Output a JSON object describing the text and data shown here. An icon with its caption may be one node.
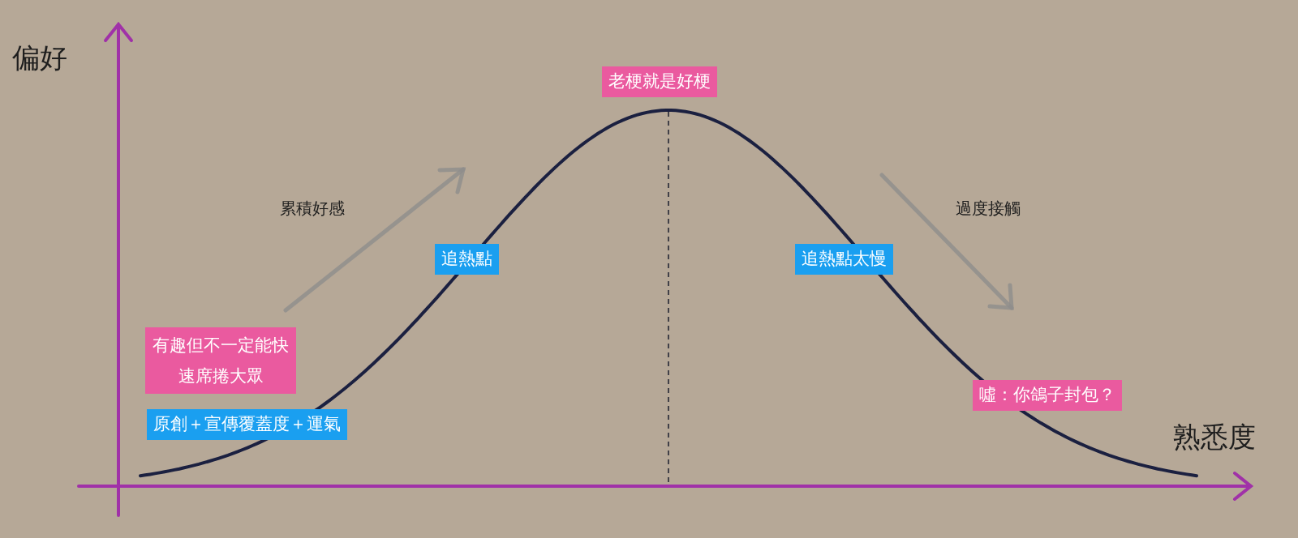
{
  "diagram": {
    "nodes": [
      {
        "text": [
          "老梗就是好梗"
        ]
      },
      {
        "text": [
          "追熱點"
        ]
      },
      {
        "text": [
          "追熱點太慢"
        ]
      },
      {
        "text": [
          "有趣但不一定能快速席捲大眾"
        ]
      },
      {
        "text": [
          "原創＋宣傳覆蓋度＋運氣"
        ]
      },
      {
        "text": [
          "噓：你鴿子封包？"
        ]
      }
    ],
    "labels": [
      "偏好",
      "累積好感",
      "過度接觸",
      "熟悉度"
    ]
  }
}
